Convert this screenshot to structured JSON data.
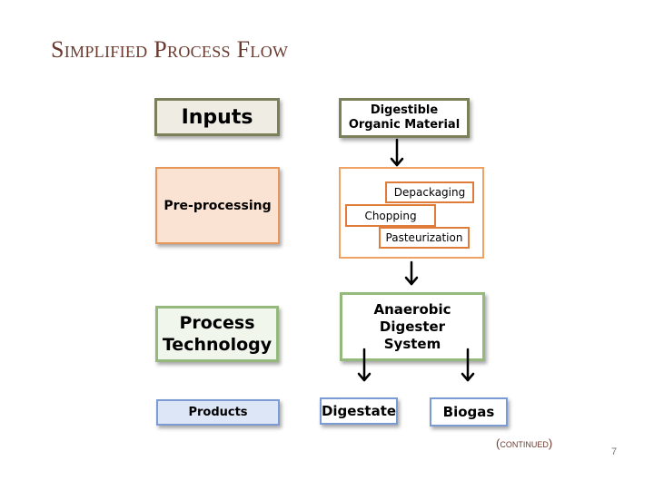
{
  "slide": {
    "title": "Simplified Process Flow",
    "page_number": "7",
    "continued": "(continued)"
  },
  "left_labels": {
    "inputs": "Inputs",
    "preprocessing": "Pre-processing",
    "process_technology_line1": "Process",
    "process_technology_line2": "Technology",
    "products": "Products"
  },
  "flow": {
    "input_line1": "Digestible",
    "input_line2": "Organic Material",
    "steps": [
      "Depackaging",
      "Chopping",
      "Pasteurization"
    ],
    "digester_line1": "Anaerobic",
    "digester_line2": "Digester",
    "digester_line3": "System",
    "output_digestate": "Digestate",
    "output_biogas": "Biogas"
  },
  "colors": {
    "title": "#6b3a2f",
    "inputs_border": "#7b7f5a",
    "preprocessing_border": "#e9965b",
    "process_border": "#95b87c",
    "products_border": "#7a9bd3"
  }
}
